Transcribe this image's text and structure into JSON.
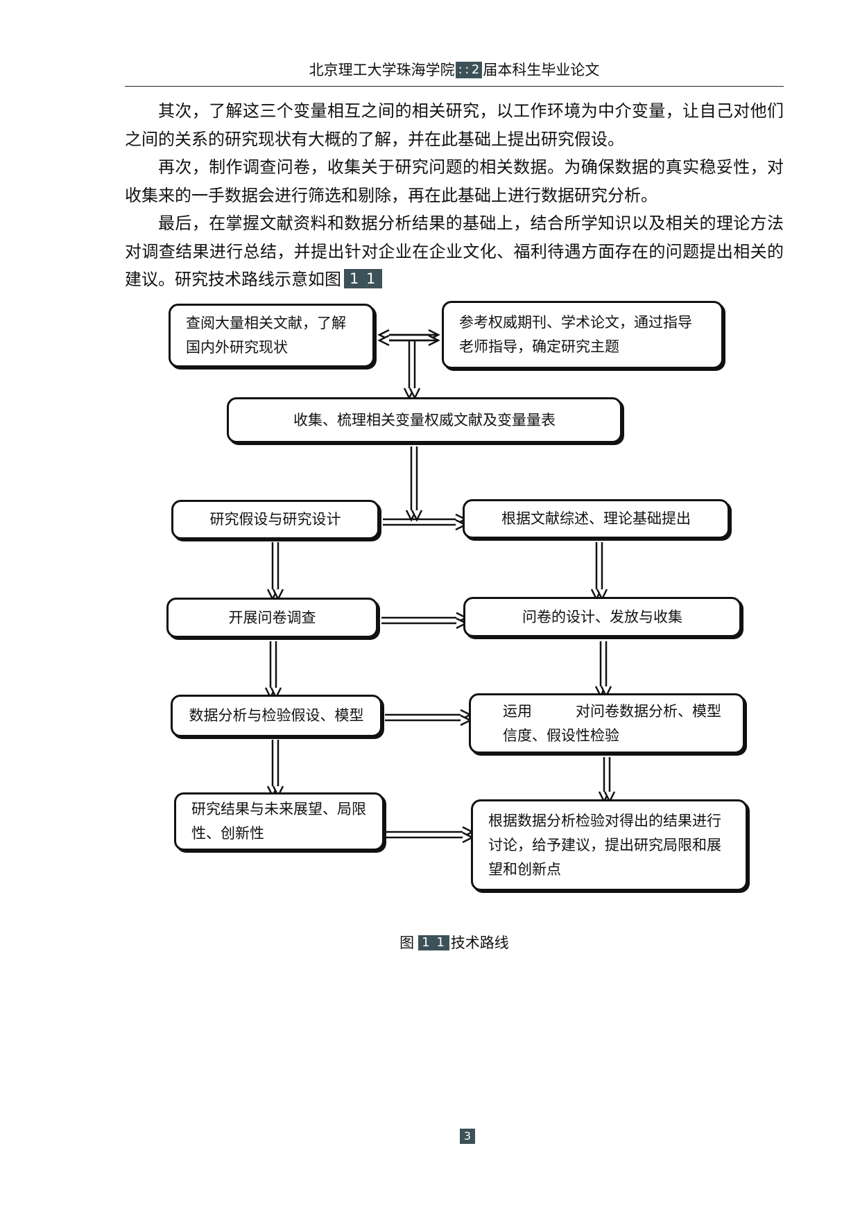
{
  "header": {
    "prefix": "北京理工大学珠海学院",
    "year_mark": ": : 2",
    "suffix": "届本科生毕业论文"
  },
  "body": {
    "p1": "其次，了解这三个变量相互之间的相关研究，以工作环境为中介变量，让自己对他们之间的关系的研究现状有大概的了解，并在此基础上提出研究假设。",
    "p2": "再次，制作调查问卷，收集关于研究问题的相关数据。为确保数据的真实稳妥性，对收集来的一手数据会进行筛选和剔除，再在此基础上进行数据研究分析。",
    "p3": "最后，在掌握文献资料和数据分析结果的基础上，结合所学知识以及相关的理论方法对调查结果进行总结，并提出针对企业在企业文化、福利待遇方面存在的问题提出相关的建议。研究技术路线示意如图",
    "p3_ref": "1 1"
  },
  "flowchart": {
    "box_lit_review": "查阅大量相关文献，了解国内外研究现状",
    "box_reference": "参考权威期刊、学术论文，通过指导老师指导，确定研究主题",
    "box_collect": "收集、梳理相关变量权威文献及变量量表",
    "box_hypothesis": "研究假设与研究设计",
    "box_theory": "根据文献综述、理论基础提出",
    "box_survey": "开展问卷调查",
    "box_questionnaire": "问卷的设计、发放与收集",
    "box_analysis": "数据分析与检验假设、模型",
    "box_software": "运用　　　对问卷数据分析、模型信度、假设性检验",
    "box_results": "研究结果与未来展望、局限性、创新性",
    "box_discussion": "根据数据分析检验对得出的结果进行讨论，给予建议，提出研究局限和展望和创新点"
  },
  "caption": {
    "prefix": "图",
    "number": "1 1",
    "title": "技术路线"
  },
  "footer": {
    "page_number": "3"
  }
}
